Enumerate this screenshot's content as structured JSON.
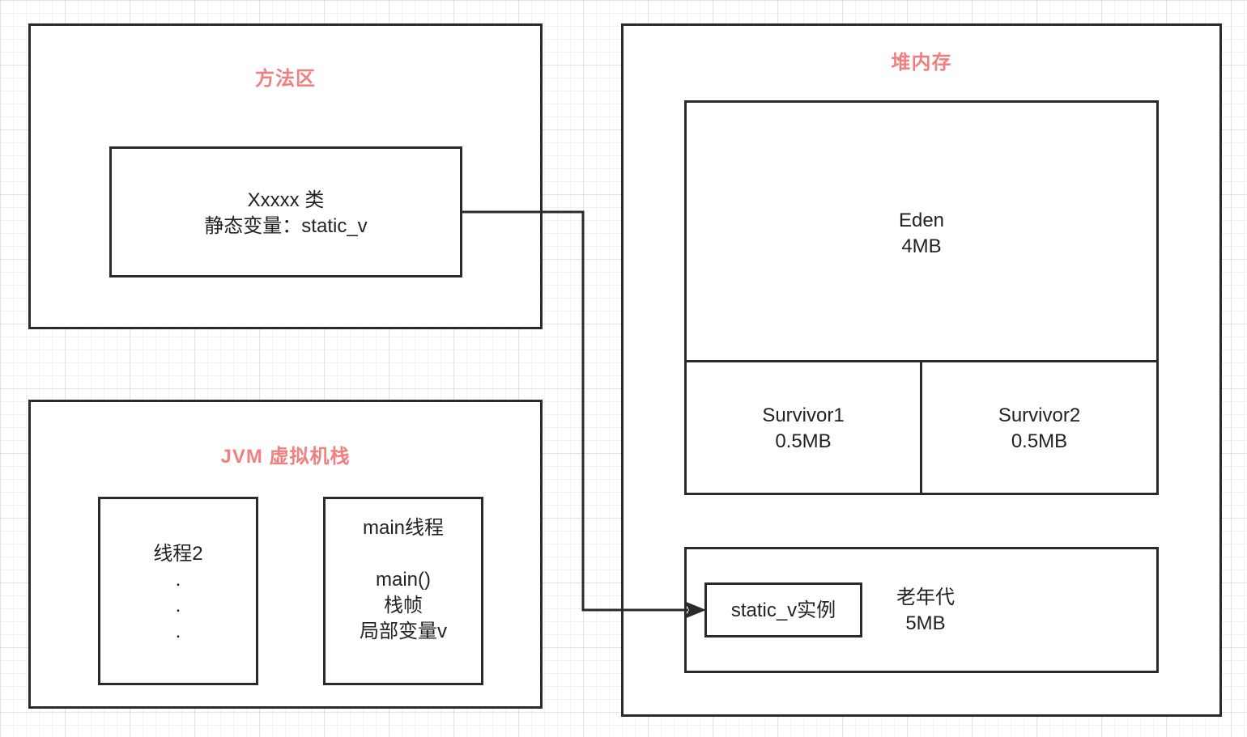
{
  "colors": {
    "title": "#F08080",
    "border": "#2A2A2A",
    "text": "#222222"
  },
  "method_area": {
    "title": "方法区",
    "class_box": {
      "line1": "Xxxxx 类",
      "line2": "静态变量：static_v"
    }
  },
  "jvm_stack": {
    "title": "JVM 虚拟机栈",
    "thread2": {
      "name": "线程2",
      "dots": [
        ".",
        ".",
        "."
      ]
    },
    "main_thread": {
      "name": "main线程",
      "frame_lines": [
        "main()",
        "栈帧",
        "局部变量v"
      ]
    }
  },
  "heap": {
    "title": "堆内存",
    "eden": {
      "name": "Eden",
      "size": "4MB"
    },
    "survivor1": {
      "name": "Survivor1",
      "size": "0.5MB"
    },
    "survivor2": {
      "name": "Survivor2",
      "size": "0.5MB"
    },
    "old_gen": {
      "name": "老年代",
      "size": "5MB",
      "instance": "static_v实例"
    }
  }
}
